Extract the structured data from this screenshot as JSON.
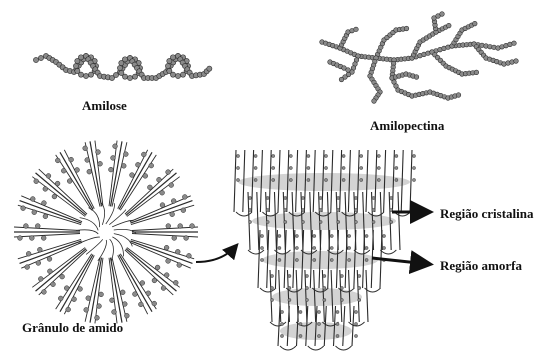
{
  "labels": {
    "amylose": "Amilose",
    "amylopectin": "Amilopectina",
    "granule": "Grânulo de amido",
    "crystalline": "Região cristalina",
    "amorphous": "Região amorfa"
  },
  "colors": {
    "ink": "#2b2b2b",
    "bead": "#8a8a8a",
    "shade": "#b5b5b5",
    "text": "#111111"
  }
}
